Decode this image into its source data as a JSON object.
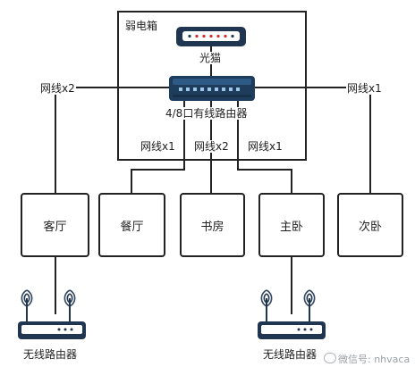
{
  "cabinet": {
    "label": "弱电箱"
  },
  "modem": {
    "label": "光猫"
  },
  "router": {
    "label": "4/8口有线路由器"
  },
  "links": {
    "living_room": "网线x2",
    "second_bedroom": "网线x1",
    "dining_room": "网线x1",
    "study": "网线x2",
    "master_bedroom": "网线x1"
  },
  "rooms": {
    "living_room": "客厅",
    "dining_room": "餐厅",
    "study": "书房",
    "master_bedroom": "主卧",
    "second_bedroom": "次卧"
  },
  "wireless_routers": {
    "left": "无线路由器",
    "right": "无线路由器"
  },
  "watermark": "微信号: nhvaca",
  "colors": {
    "line": "#222222",
    "device": "#1f3550",
    "router": "#1e3c5c"
  }
}
